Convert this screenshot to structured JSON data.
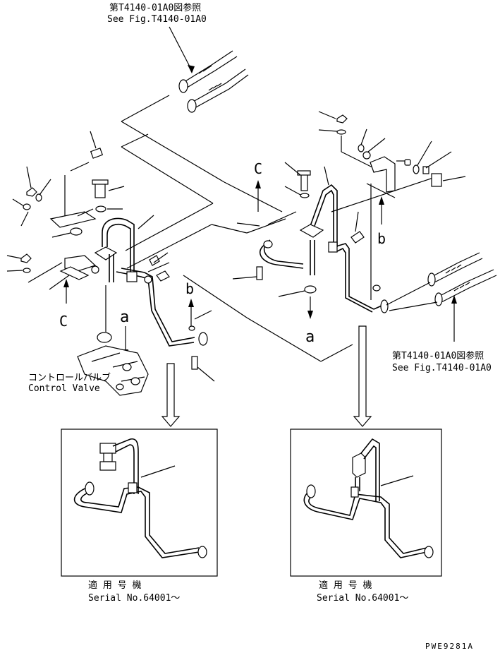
{
  "title_ref_top": {
    "jp": "第T4140-01A0図参照",
    "en": "See Fig.T4140-01A0"
  },
  "title_ref_right": {
    "jp": "第T4140-01A0図参照",
    "en": "See Fig.T4140-01A0"
  },
  "control_valve": {
    "jp": "コントロールバルブ",
    "en": "Control Valve"
  },
  "connection_letters": {
    "a_left": "a",
    "a_right": "a",
    "b_left": "b",
    "b_right": "b",
    "c_left": "C",
    "c_mid": "C"
  },
  "inset_left": {
    "serial_jp": "適 用 号 機",
    "serial_en": "Serial No.64001～"
  },
  "inset_right": {
    "serial_jp": "適 用 号 機",
    "serial_en": "Serial No.64001～"
  },
  "drawing_code": "PWE9281A"
}
